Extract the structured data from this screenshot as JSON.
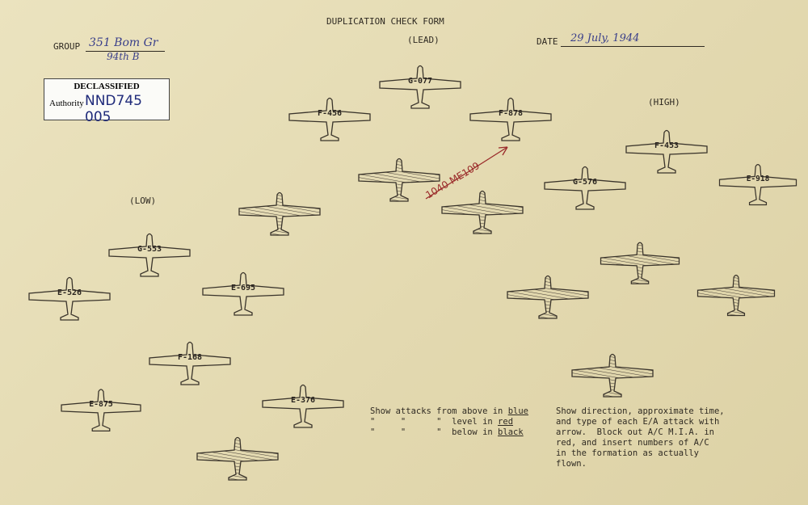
{
  "form": {
    "title": "DUPLICATION CHECK FORM",
    "group_label": "GROUP",
    "group_value": "351 Bom Gr",
    "group_sub": "94th B",
    "date_label": "DATE",
    "date_value": "29 July, 1944"
  },
  "stamp": {
    "title": "DECLASSIFIED",
    "authority_label": "Authority",
    "authority_value": "NND745 005"
  },
  "sections": {
    "lead": "(LEAD)",
    "high": "(HIGH)",
    "low": "(LOW)"
  },
  "attack_annotation": "1040 ME109",
  "planes": [
    {
      "id": "lead-1",
      "label": "G-077",
      "hatched": false
    },
    {
      "id": "lead-2",
      "label": "F-456",
      "hatched": false
    },
    {
      "id": "lead-3",
      "label": "F-878",
      "hatched": false
    },
    {
      "id": "lead-4",
      "label": "",
      "hatched": true
    },
    {
      "id": "lead-5",
      "label": "",
      "hatched": true
    },
    {
      "id": "lead-6",
      "label": "",
      "hatched": true
    },
    {
      "id": "high-1",
      "label": "F-453",
      "hatched": false
    },
    {
      "id": "high-2",
      "label": "G-576",
      "hatched": false
    },
    {
      "id": "high-3",
      "label": "E-918",
      "hatched": false
    },
    {
      "id": "high-4",
      "label": "",
      "hatched": true
    },
    {
      "id": "high-5",
      "label": "",
      "hatched": true
    },
    {
      "id": "high-6",
      "label": "",
      "hatched": true
    },
    {
      "id": "high-7",
      "label": "",
      "hatched": true
    },
    {
      "id": "low-1",
      "label": "G-553",
      "hatched": false
    },
    {
      "id": "low-2",
      "label": "E-526",
      "hatched": false
    },
    {
      "id": "low-3",
      "label": "E-695",
      "hatched": false
    },
    {
      "id": "low-4",
      "label": "F-168",
      "hatched": false
    },
    {
      "id": "low-5",
      "label": "E-875",
      "hatched": false
    },
    {
      "id": "low-6",
      "label": "E-376",
      "hatched": false
    },
    {
      "id": "low-7",
      "label": "",
      "hatched": true
    }
  ],
  "legend": {
    "line1": "Show attacks from above in",
    "line1_color": "blue",
    "line2": "\"     \"      \"  level in",
    "line2_color": "red",
    "line3": "\"     \"      \"  below in",
    "line3_color": "black"
  },
  "instructions": "Show direction, approximate time,\nand type of each E/A attack with\narrow.  Block out A/C M.I.A. in\nred, and insert numbers of A/C\nin the formation as actually\nflown.",
  "colors": {
    "ink_blue": "#3a3f8a",
    "ink_red": "#9a2a2a",
    "paper": "#e6ddb6"
  }
}
